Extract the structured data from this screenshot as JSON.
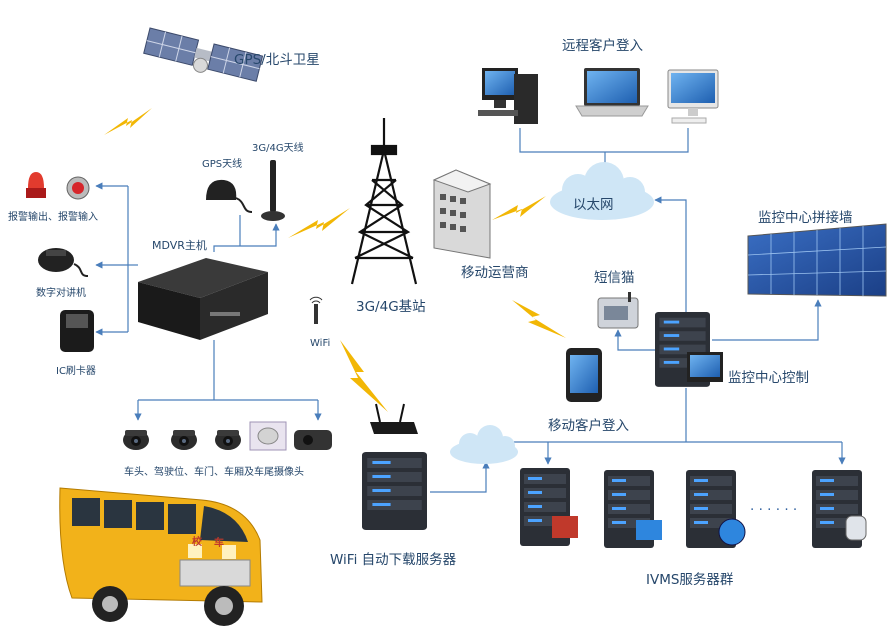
{
  "labels": {
    "gps_satellite": "GPS/北斗卫星",
    "remote_login": "远程客户登入",
    "gps_antenna": "GPS天线",
    "antenna_3g4g": "3G/4G天线",
    "alarm_io": "报警输出、报警输入",
    "mdvr_host": "MDVR主机",
    "ethernet": "以太网",
    "video_wall": "监控中心拼接墙",
    "intercom": "数字对讲机",
    "mobile_operator": "移动运营商",
    "sms_modem": "短信猫",
    "base_station": "3G/4G基站",
    "wifi": "WiFi",
    "ic_card": "IC刷卡器",
    "monitor_control": "监控中心控制",
    "mobile_login": "移动客户登入",
    "cameras": "车头、驾驶位、车门、车厢及车尾摄像头",
    "wifi_server": "WiFi 自动下载服务器",
    "ivms_cluster": "IVMS服务器群",
    "ellipsis": "· · · · · ·",
    "bus_sign_1": "校",
    "bus_sign_2": "车"
  },
  "colors": {
    "line": "#4a7ebb",
    "lightning": "#f2b705",
    "cloud": "#cfe6f6",
    "server": "#2b2f36",
    "bus": "#f2b21a"
  }
}
